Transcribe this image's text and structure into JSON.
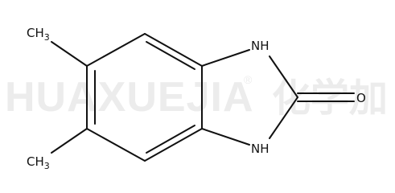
{
  "watermark": {
    "latin": "HUAXUEJIA",
    "registered": "®",
    "cjk": "化学加"
  },
  "atoms": {
    "methyl_top": {
      "main": "CH",
      "sub": "3"
    },
    "methyl_bottom": {
      "main": "CH",
      "sub": "3"
    },
    "nh_top": "NH",
    "nh_bottom": "NH",
    "oxygen": "O"
  }
}
